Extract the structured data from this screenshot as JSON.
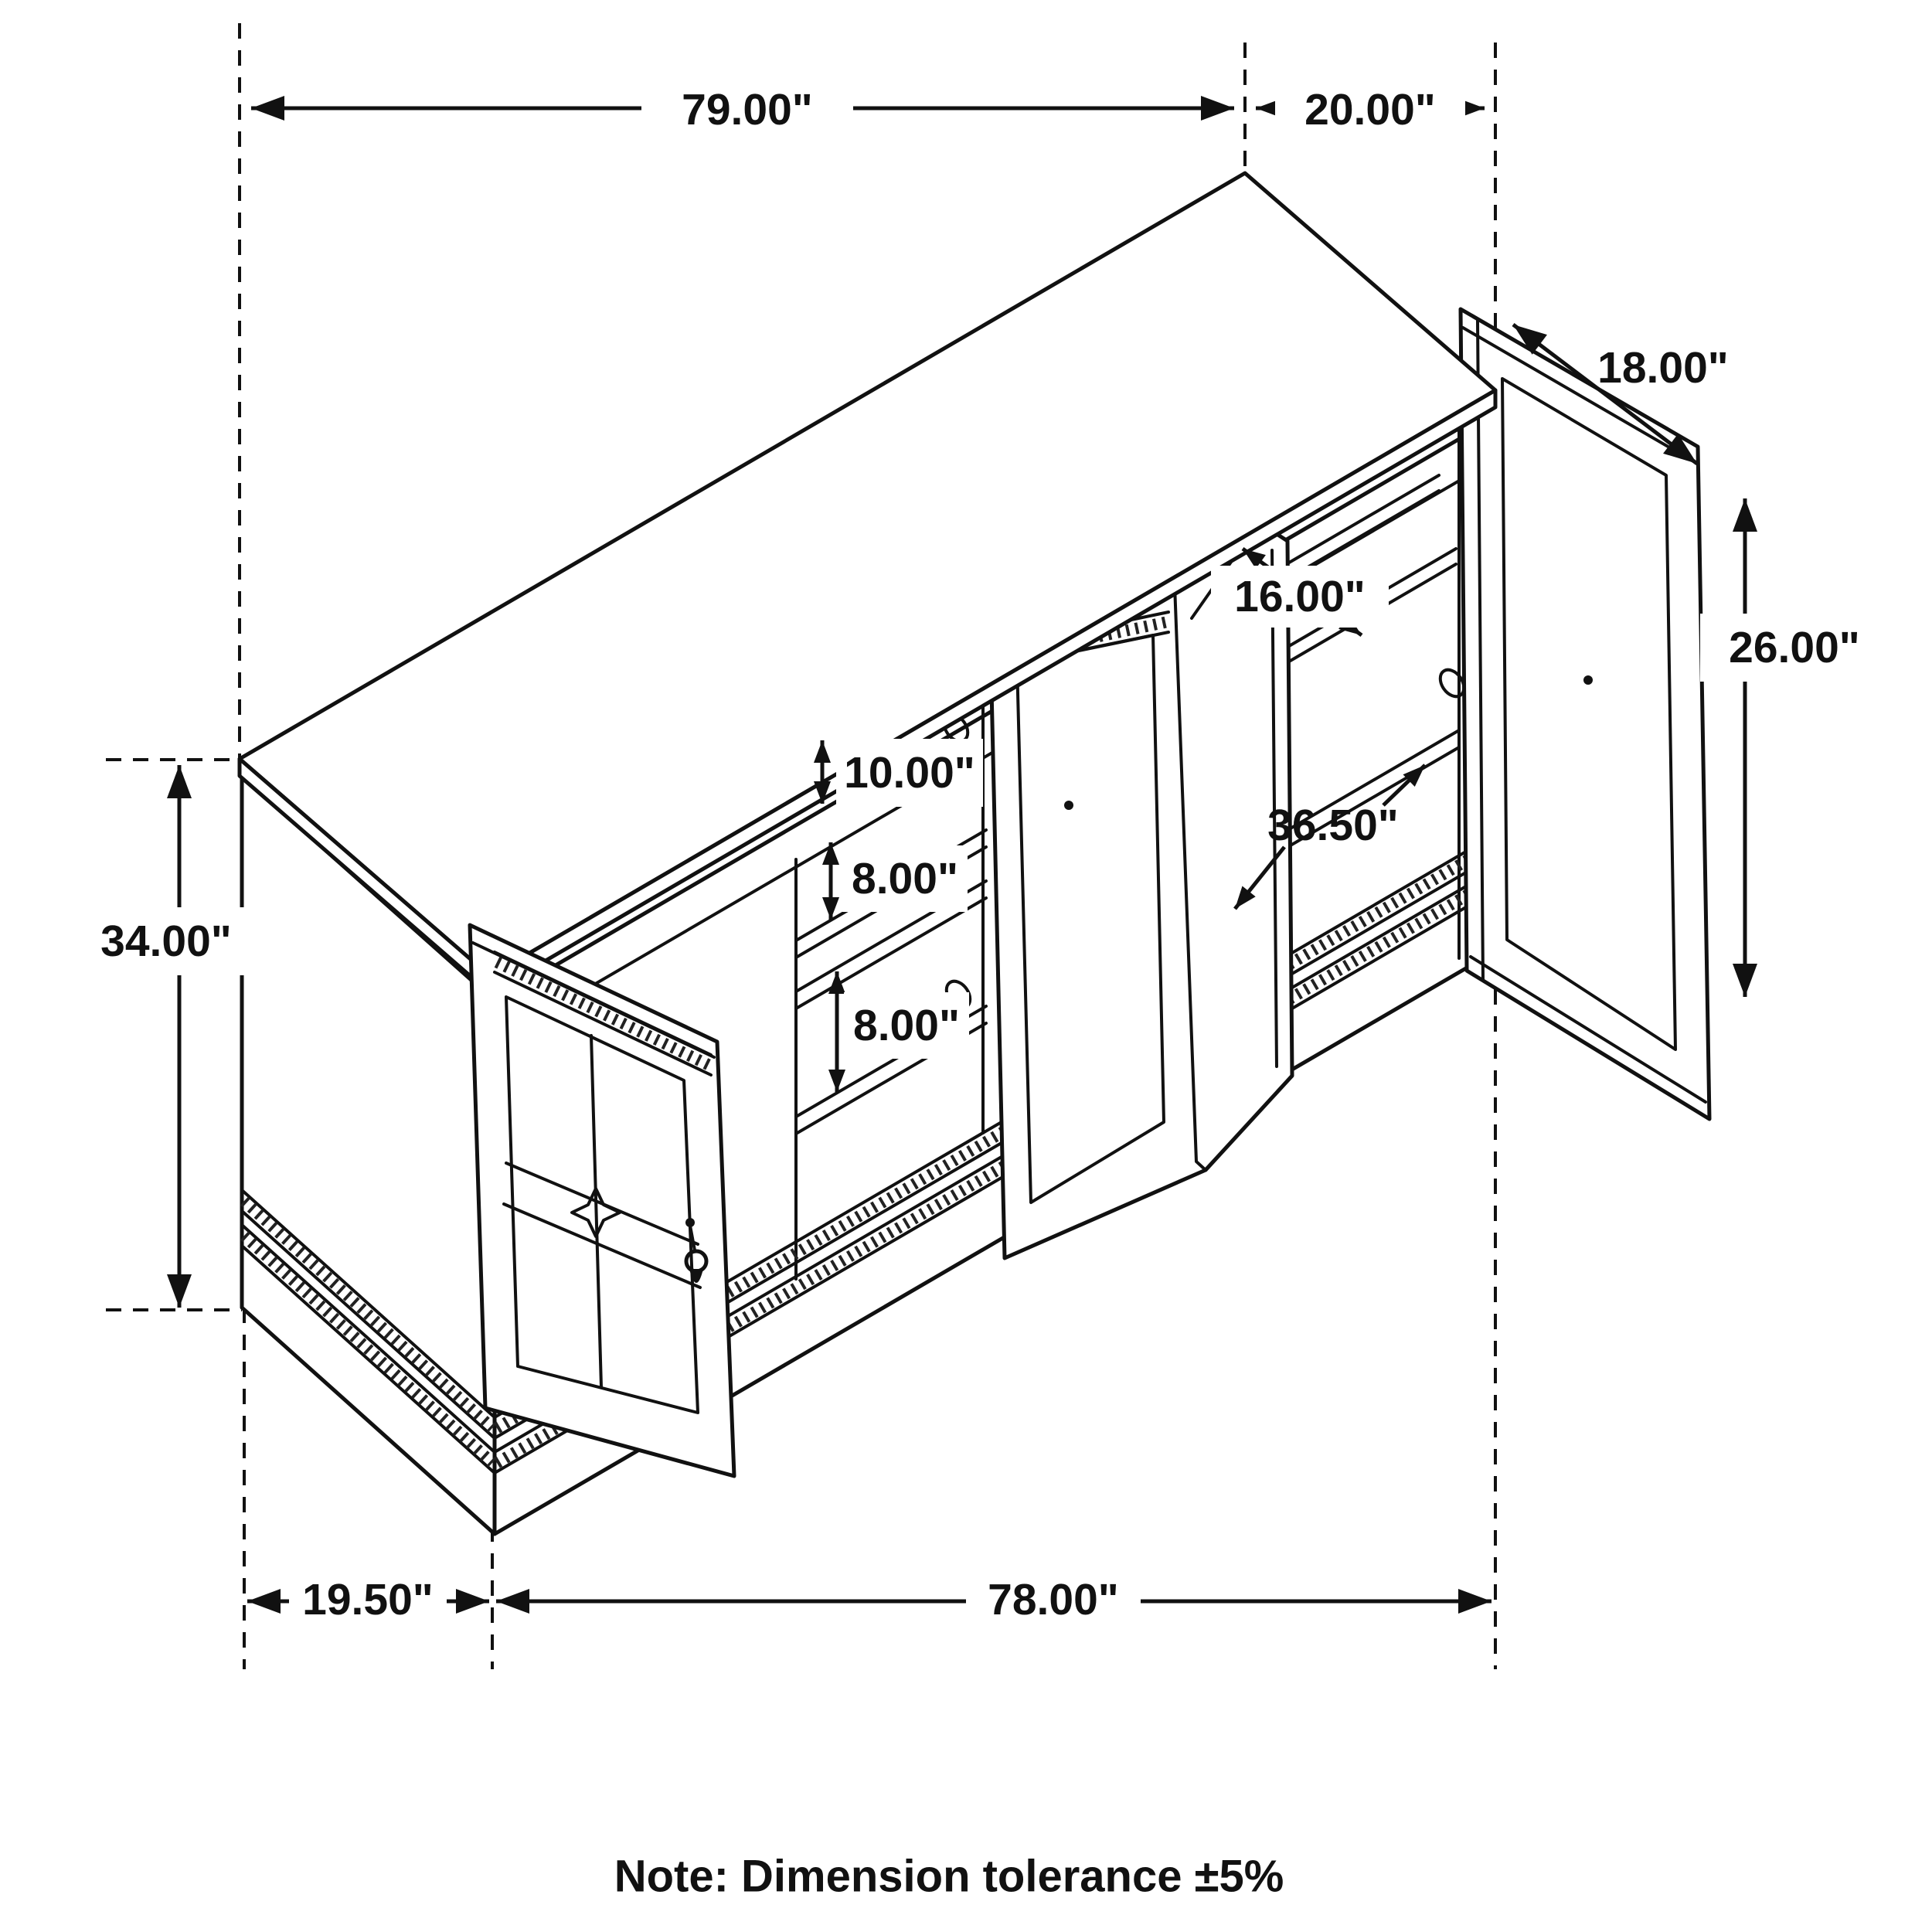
{
  "drawing": {
    "type": "furniture-dimension-diagram",
    "subject": "sideboard cabinet with open doors, isometric line drawing",
    "units": "inches"
  },
  "dims": {
    "overall_top_width": "79.00\"",
    "top_side_depth": "20.00\"",
    "right_door_width": "18.00\"",
    "right_door_height": "26.00\"",
    "shelf_depth": "16.00\"",
    "right_section_width": "36.50\"",
    "top_shelf_gap": "10.00\"",
    "middle_shelf_gap": "8.00\"",
    "bottom_shelf_gap": "8.00\"",
    "overall_height": "34.00\"",
    "base_side_depth": "19.50\"",
    "base_front_width": "78.00\""
  },
  "note": "Note: Dimension tolerance ±5%",
  "colors": {
    "line": "#111111",
    "background": "#ffffff"
  }
}
